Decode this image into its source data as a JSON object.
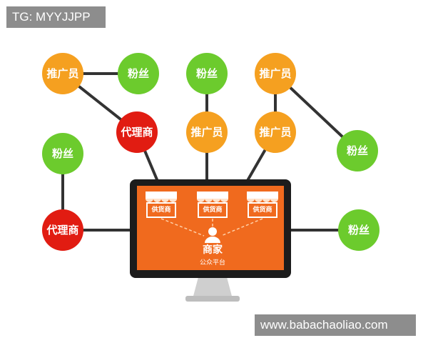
{
  "header": {
    "tag": "TG: MYYJJPP"
  },
  "footer": {
    "url": "www.babachaoliao.com"
  },
  "colors": {
    "orange": "#f5a020",
    "green": "#6ccb2d",
    "red": "#e11c12",
    "line": "#333333",
    "monitor_frame": "#1c1c1c",
    "screen": "#f06a1e"
  },
  "nodes": [
    {
      "id": "promoter-top-left",
      "label": "推广员",
      "color": "orange"
    },
    {
      "id": "fans-top-left",
      "label": "粉丝",
      "color": "green"
    },
    {
      "id": "agent-top",
      "label": "代理商",
      "color": "red"
    },
    {
      "id": "fans-top-middle",
      "label": "粉丝",
      "color": "green"
    },
    {
      "id": "promoter-middle",
      "label": "推广员",
      "color": "orange"
    },
    {
      "id": "promoter-top-right",
      "label": "推广员",
      "color": "orange"
    },
    {
      "id": "promoter-right",
      "label": "推广员",
      "color": "orange"
    },
    {
      "id": "fans-right-top",
      "label": "粉丝",
      "color": "green"
    },
    {
      "id": "fans-left",
      "label": "粉丝",
      "color": "green"
    },
    {
      "id": "agent-left",
      "label": "代理商",
      "color": "red"
    },
    {
      "id": "fans-right-bottom",
      "label": "粉丝",
      "color": "green"
    }
  ],
  "monitor": {
    "stalls": [
      "供货商",
      "供货商",
      "供货商"
    ],
    "merchant_label": "商家",
    "platform_label": "公众平台"
  }
}
